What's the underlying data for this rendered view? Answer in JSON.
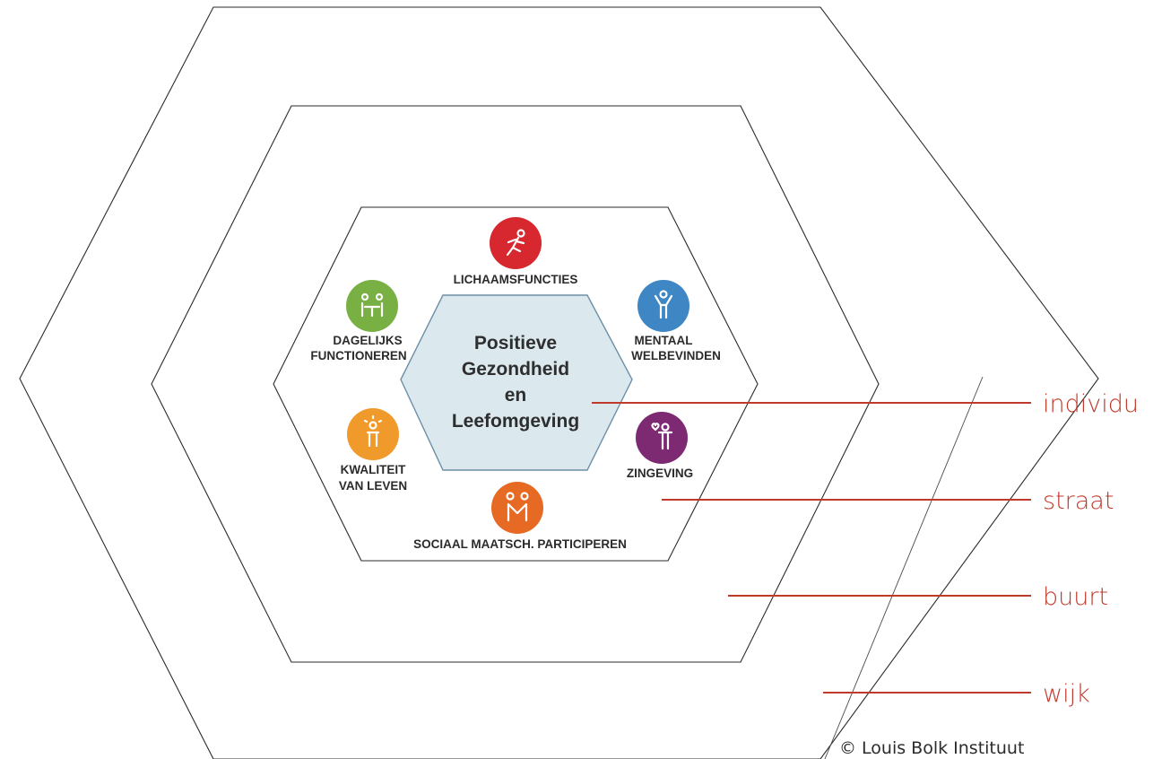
{
  "center": {
    "lines": [
      "Positieve",
      "Gezondheid",
      "en",
      "Leefomgeving"
    ]
  },
  "dimensions": [
    {
      "id": "lichaamsfuncties",
      "lines": [
        "LICHAAMSFUNCTIES"
      ],
      "color": "#d6282e",
      "icon": "running-person-icon"
    },
    {
      "id": "mentaal",
      "lines": [
        "MENTAAL",
        "WELBEVINDEN"
      ],
      "color": "#3f86c4",
      "icon": "arms-raised-person-icon"
    },
    {
      "id": "zingeving",
      "lines": [
        "ZINGEVING"
      ],
      "color": "#7d2a73",
      "icon": "person-heart-icon"
    },
    {
      "id": "sociaal",
      "lines": [
        "SOCIAAL MAATSCH. PARTICIPEREN"
      ],
      "color": "#e66a24",
      "icon": "two-people-icon"
    },
    {
      "id": "kwaliteit",
      "lines": [
        "KWALITEIT",
        "VAN LEVEN"
      ],
      "color": "#f09a2b",
      "icon": "radiant-person-icon"
    },
    {
      "id": "dagelijks",
      "lines": [
        "DAGELIJKS",
        "FUNCTIONEREN"
      ],
      "color": "#79b043",
      "icon": "people-at-table-icon"
    }
  ],
  "levels": [
    "individu",
    "straat",
    "buurt",
    "wijk"
  ],
  "colors": {
    "level_accent": "#c03a2b",
    "center_fill": "#dbe9ef"
  },
  "copyright": "© Louis Bolk Instituut"
}
